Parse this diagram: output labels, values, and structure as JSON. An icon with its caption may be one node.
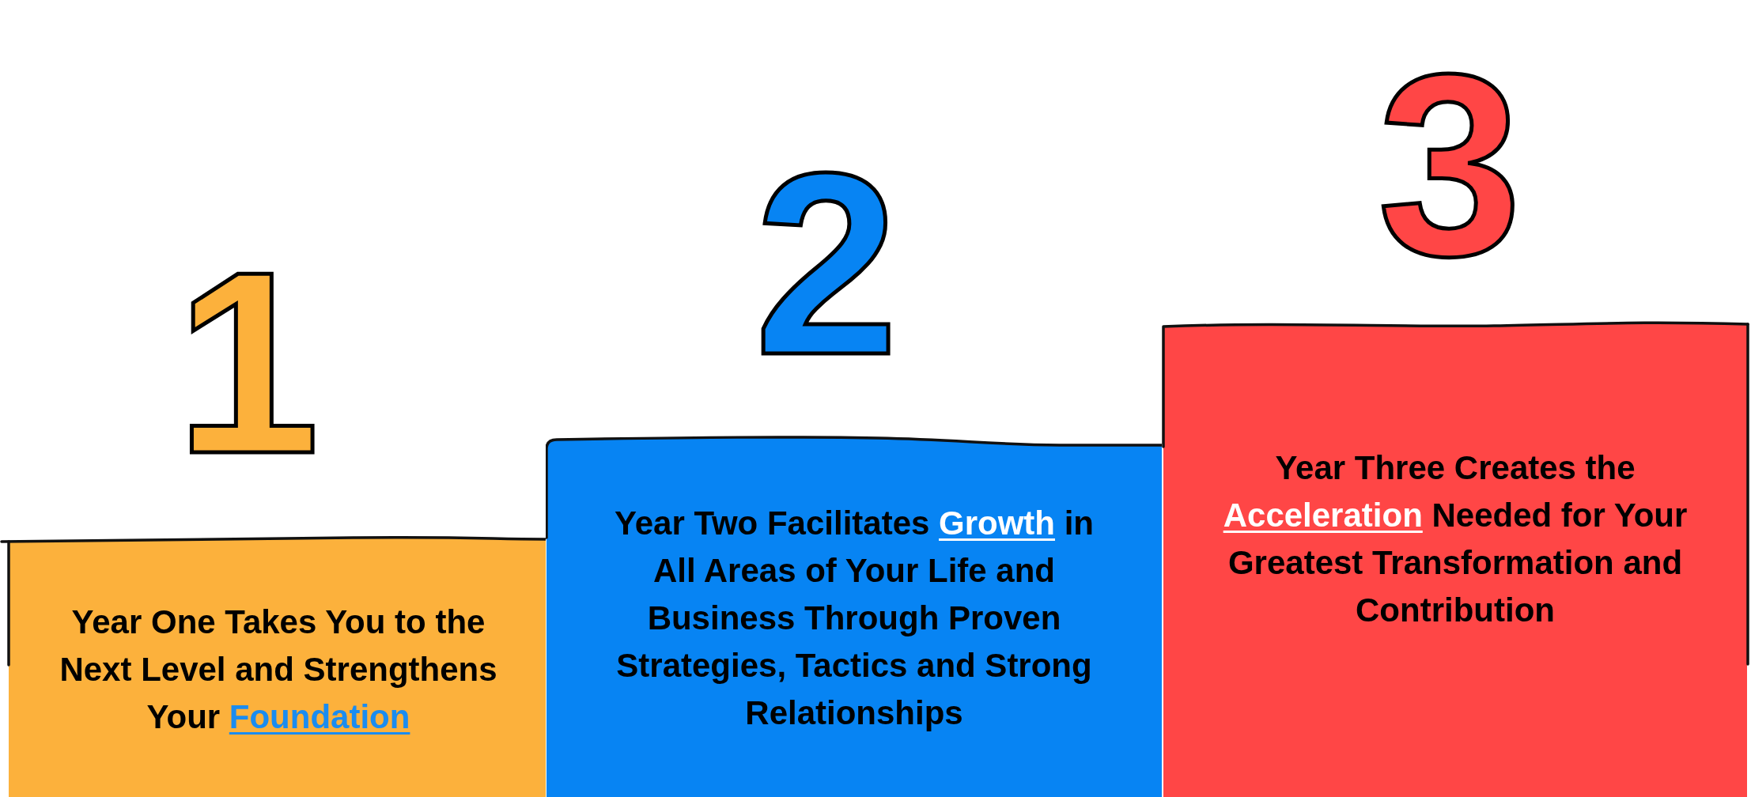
{
  "diagram": {
    "nodes": [
      {
        "text": [
          "Year One Takes You to the Next Level and Strengthens Your **Foundation**"
        ],
        "beside": [
          "1"
        ]
      },
      {
        "text": [
          "Year Two Facilitates **Growth** in All Areas of Your Life and Business Through Proven Strategies, Tactics and Strong Relationships"
        ],
        "beside": [
          "2"
        ]
      },
      {
        "text": [
          "Year Three Creates the **Acceleration** Needed for Your Greatest Transformation and Contribution"
        ],
        "beside": [
          "3"
        ]
      }
    ]
  }
}
